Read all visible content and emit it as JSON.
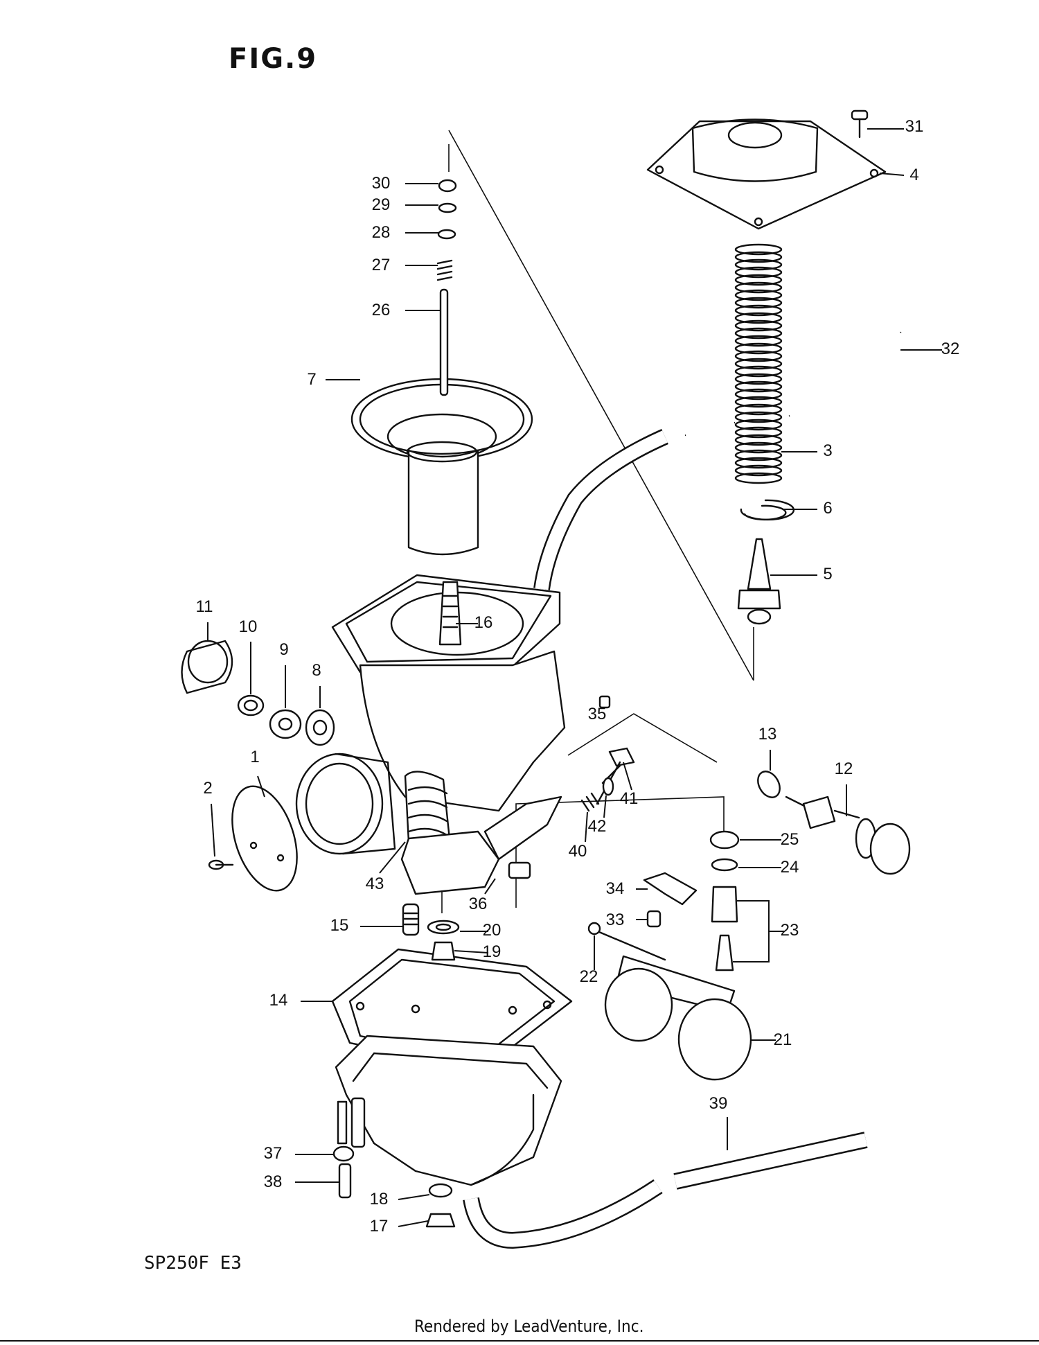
{
  "figure": {
    "title": "FIG.9",
    "model": "SP250F  E3",
    "footer": "Rendered by LeadVenture, Inc."
  },
  "callouts": [
    "1",
    "2",
    "3",
    "4",
    "5",
    "6",
    "7",
    "8",
    "9",
    "10",
    "11",
    "12",
    "13",
    "14",
    "15",
    "16",
    "17",
    "18",
    "19",
    "20",
    "21",
    "22",
    "23",
    "24",
    "25",
    "26",
    "27",
    "28",
    "29",
    "30",
    "31",
    "32",
    "33",
    "34",
    "35",
    "36",
    "37",
    "38",
    "39",
    "40",
    "41",
    "42",
    "43"
  ]
}
